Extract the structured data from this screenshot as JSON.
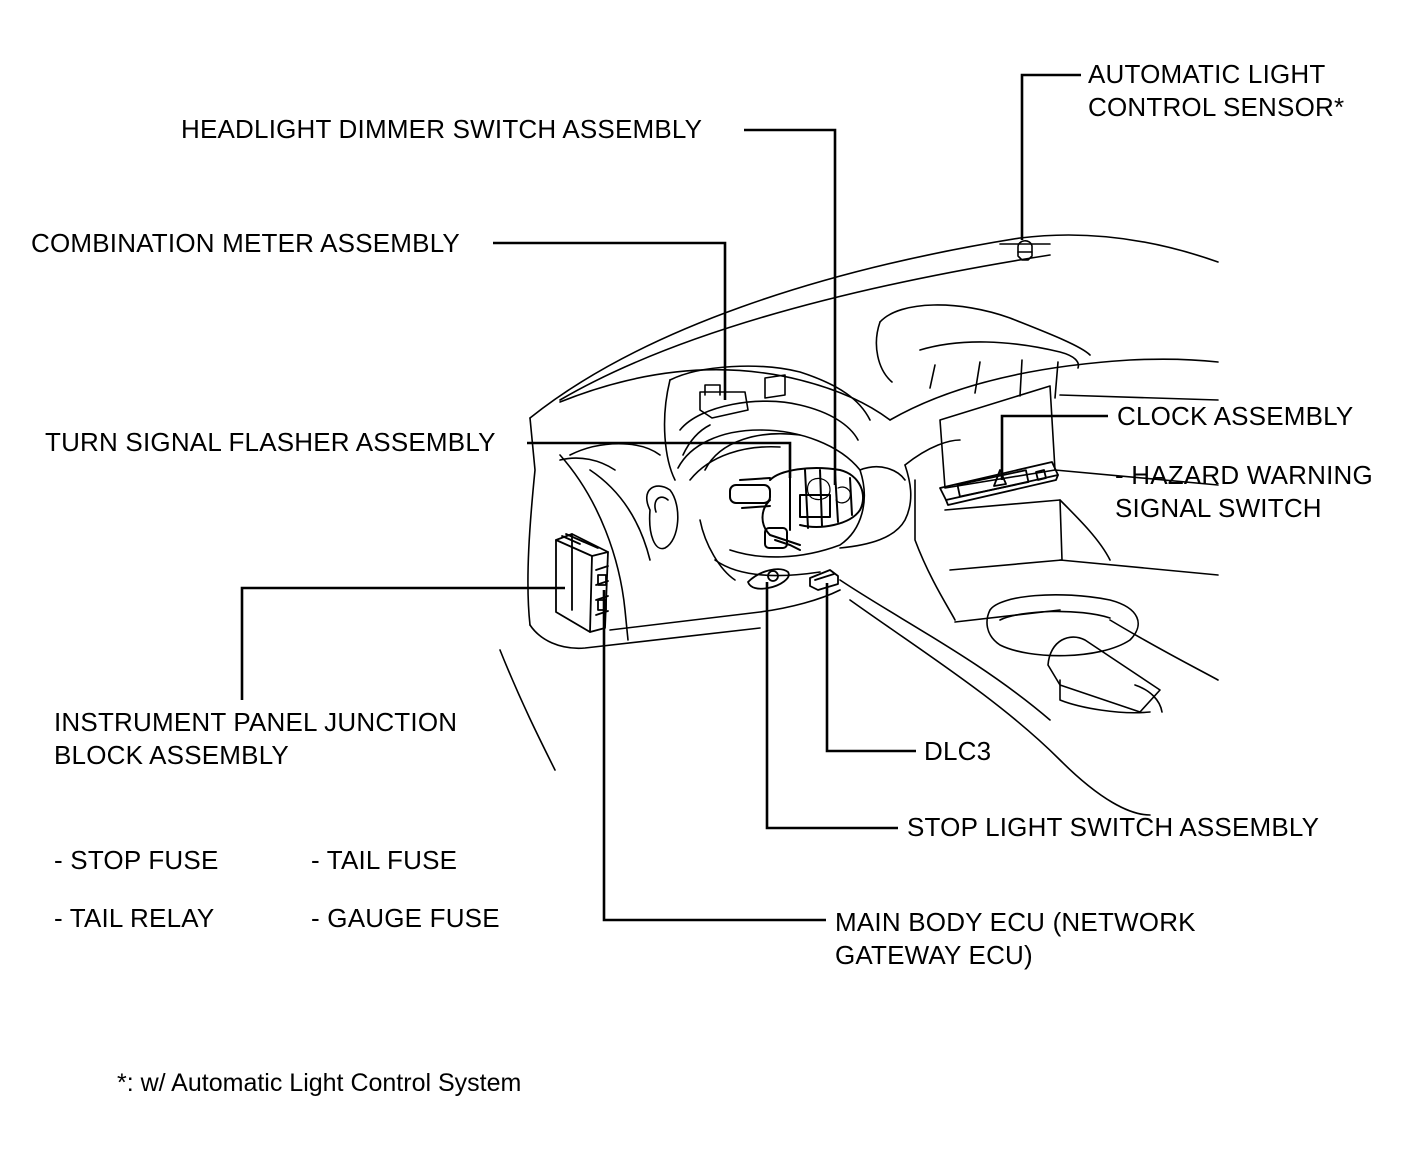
{
  "labels": {
    "auto_light_sensor": [
      "AUTOMATIC LIGHT",
      "CONTROL SENSOR*"
    ],
    "headlight_dimmer": "HEADLIGHT DIMMER SWITCH ASSEMBLY",
    "combination_meter": "COMBINATION METER ASSEMBLY",
    "turn_signal_flasher": "TURN SIGNAL FLASHER ASSEMBLY",
    "clock": "CLOCK ASSEMBLY",
    "hazard_switch": [
      "- HAZARD WARNING",
      "SIGNAL SWITCH"
    ],
    "ip_junction_block": [
      "INSTRUMENT PANEL JUNCTION",
      "BLOCK ASSEMBLY"
    ],
    "dlc3": "DLC3",
    "stop_light_switch": "STOP LIGHT SWITCH ASSEMBLY",
    "main_body_ecu": [
      "MAIN BODY ECU (NETWORK",
      "GATEWAY ECU)"
    ]
  },
  "junction_block_items": {
    "stop_fuse": "- STOP FUSE",
    "tail_fuse": "- TAIL FUSE",
    "tail_relay": "- TAIL RELAY",
    "gauge_fuse": "- GAUGE FUSE"
  },
  "footnote": "*: w/ Automatic Light Control System",
  "colors": {
    "line": "#000000",
    "background": "#ffffff"
  }
}
